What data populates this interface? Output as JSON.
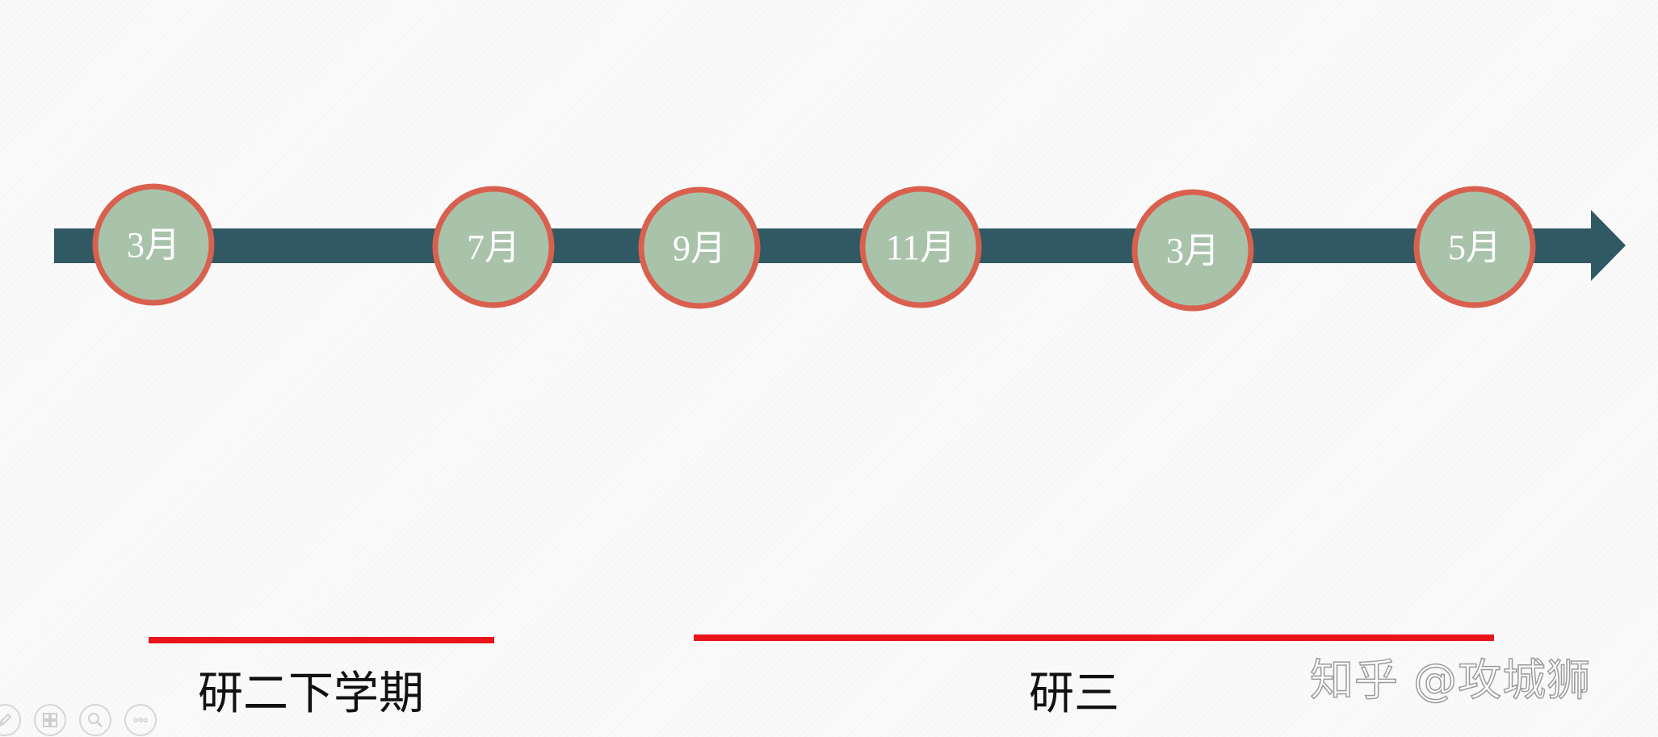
{
  "timeline": {
    "milestones": [
      {
        "label": "3月"
      },
      {
        "label": "7月"
      },
      {
        "label": "9月"
      },
      {
        "label": "11月"
      },
      {
        "label": "3月"
      },
      {
        "label": "5月"
      }
    ],
    "periods": [
      {
        "label": "研二下学期"
      },
      {
        "label": "研三"
      }
    ]
  },
  "watermark": {
    "text": "知乎 @攻城狮"
  },
  "toolbar": {
    "buttons": [
      {
        "icon": "pen-icon"
      },
      {
        "icon": "slides-icon"
      },
      {
        "icon": "zoom-icon"
      },
      {
        "icon": "more-icon"
      }
    ]
  },
  "colors": {
    "arrow": "#305963",
    "circle_fill": "#a9c3ab",
    "circle_border": "#d9604e",
    "period_bar": "#e8141a"
  }
}
